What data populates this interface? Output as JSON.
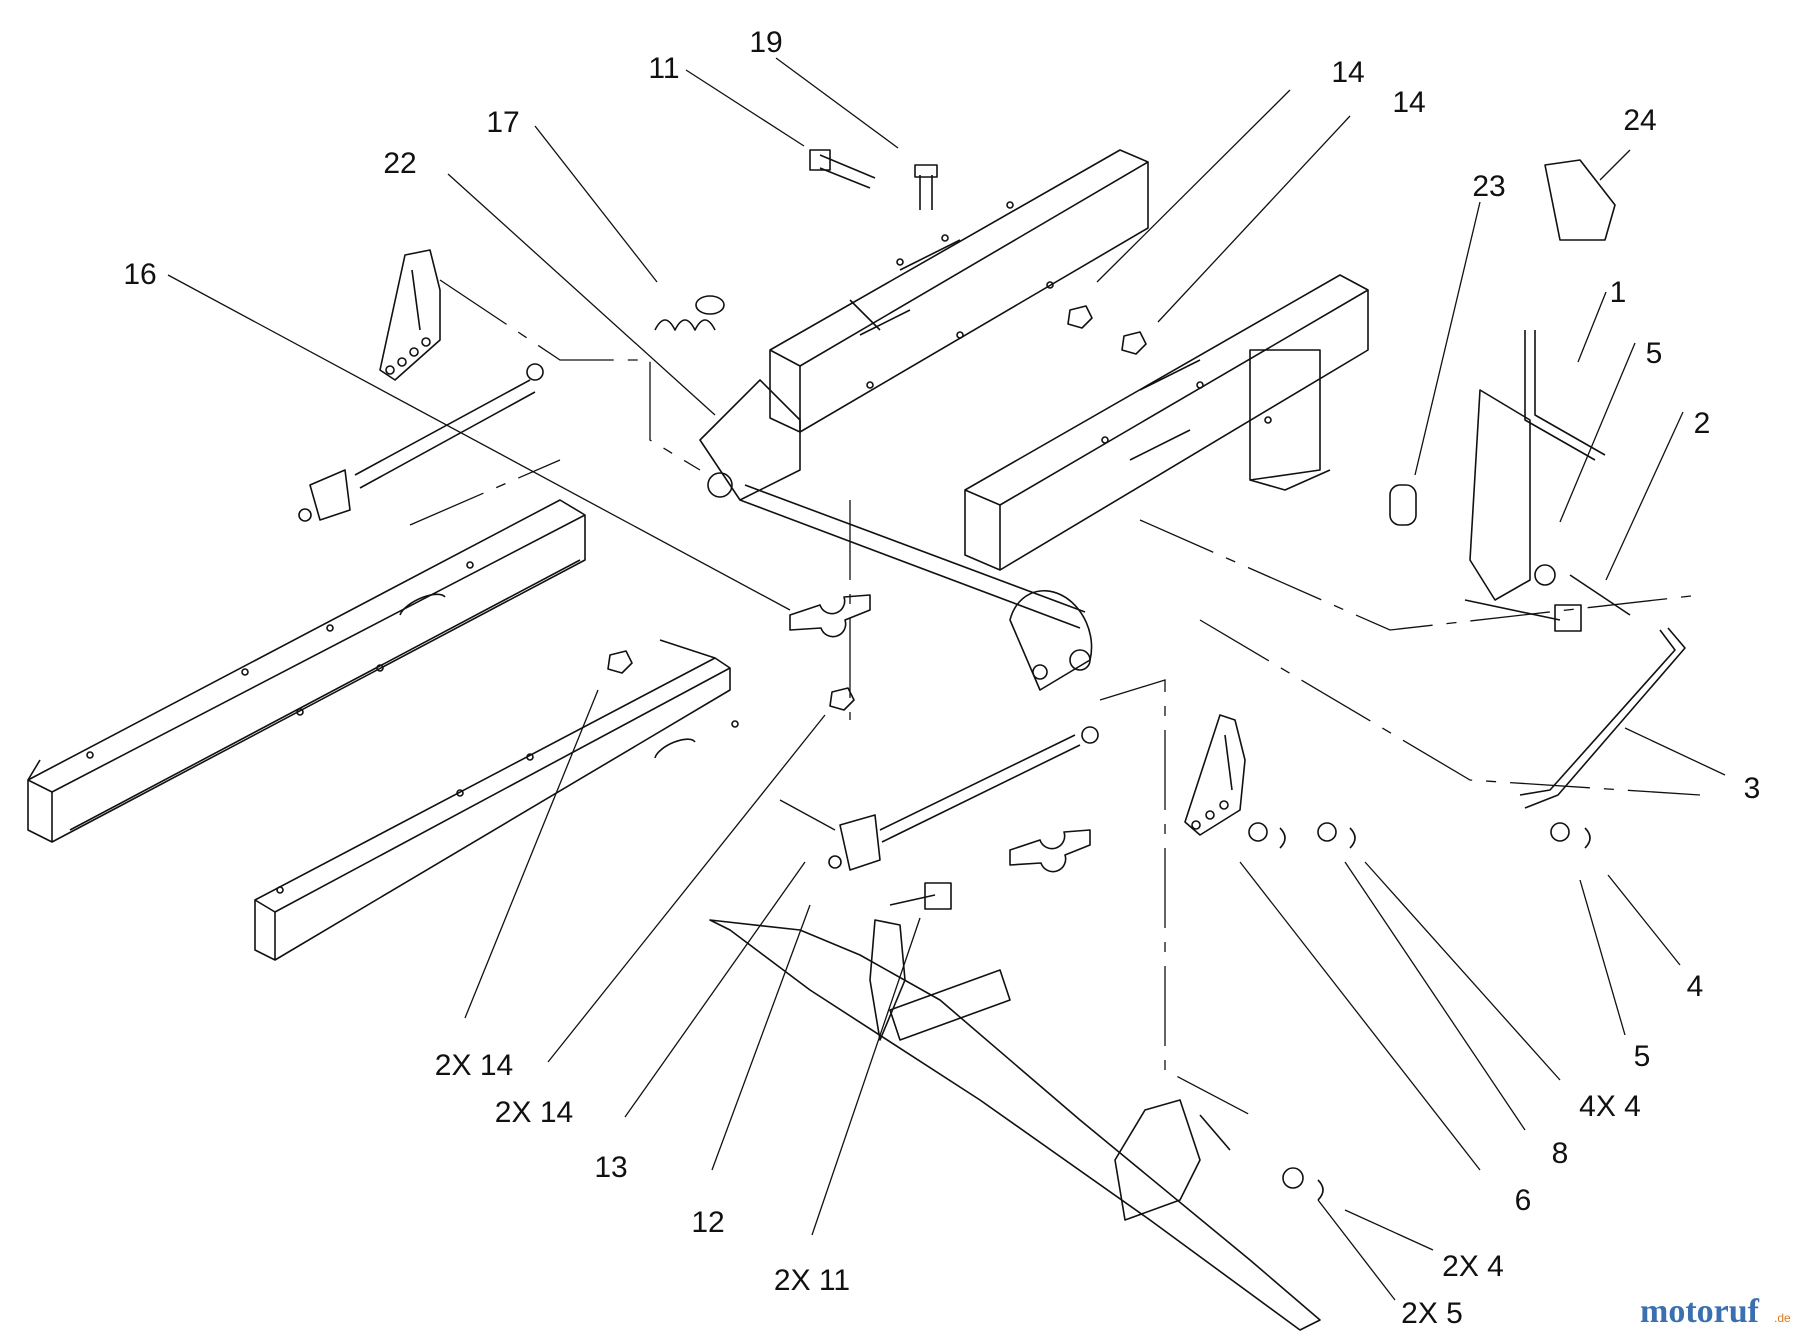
{
  "callouts": {
    "c19": "19",
    "c11": "11",
    "c17": "17",
    "c22": "22",
    "c16": "16",
    "c14a": "14",
    "c14b": "14",
    "c24": "24",
    "c23": "23",
    "c1": "1",
    "c5a": "5",
    "c2": "2",
    "c3": "3",
    "c4a": "4",
    "c5b": "5",
    "c4x4": "4X 4",
    "c8": "8",
    "c6": "6",
    "c2x4": "2X 4",
    "c2x5": "2X 5",
    "c2x11": "2X 11",
    "c12": "12",
    "c13": "13",
    "c2x14a": "2X 14",
    "c2x14b": "2X 14"
  },
  "watermark": {
    "brand": "motoruf",
    "suffix": ".de"
  },
  "colors": {
    "ink": "#111111",
    "brand_blue": "#3a6fb0",
    "brand_orange": "#e07a1c"
  }
}
